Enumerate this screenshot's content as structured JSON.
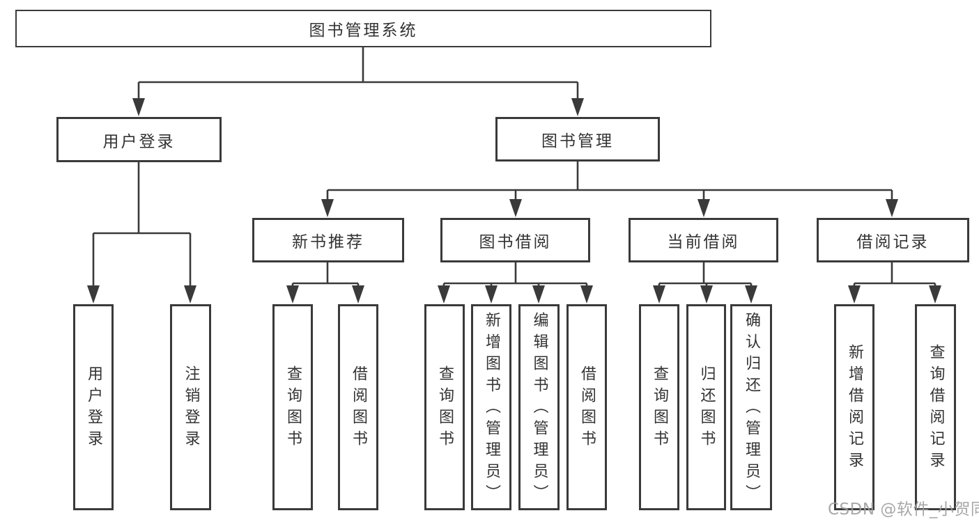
{
  "nodes": {
    "root": "图书管理系统",
    "user_login": "用户登录",
    "book_mgmt": "图书管理",
    "new_book_rec": "新书推荐",
    "book_borrow": "图书借阅",
    "current_borrow": "当前借阅",
    "borrow_records": "借阅记录",
    "leaf_user_login": "用户登录",
    "leaf_logout_login": "注销登录",
    "leaf_query_book_rec": "查询图书",
    "leaf_borrow_book_rec": "借阅图书",
    "leaf_query_book_borrow": "查询图书",
    "leaf_add_book_admin": "新增图书（管理员）",
    "leaf_edit_book_admin": "编辑图书（管理员）",
    "leaf_borrow_book_borrow": "借阅图书",
    "leaf_query_book_current": "查询图书",
    "leaf_return_book": "归还图书",
    "leaf_confirm_return_admin": "确认归还（管理员）",
    "leaf_add_borrow_record": "新增借阅记录",
    "leaf_query_borrow_record": "查询借阅记录"
  },
  "watermark": {
    "text": "CSDN @软件_小贺同学"
  },
  "colors": {
    "line": "#3a3a3a",
    "text": "#333333",
    "box_bg": "#ffffff",
    "watermark": "#9e9ea0"
  }
}
